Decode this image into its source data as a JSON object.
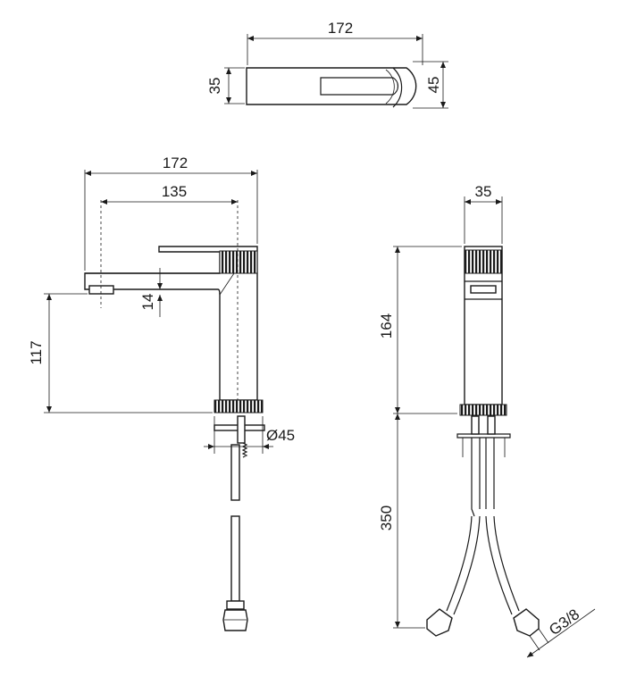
{
  "drawing": {
    "top_view": {
      "width_label": "172",
      "height_left_label": "35",
      "height_right_label": "45"
    },
    "side_view": {
      "overall_label": "172",
      "spout_label": "135",
      "spout_drop_label": "14",
      "spout_height_label": "117",
      "base_diameter_label": "Ø45"
    },
    "front_view": {
      "width_label": "35",
      "body_height_label": "164",
      "hose_length_label": "350",
      "thread_label": "G3/8"
    }
  }
}
